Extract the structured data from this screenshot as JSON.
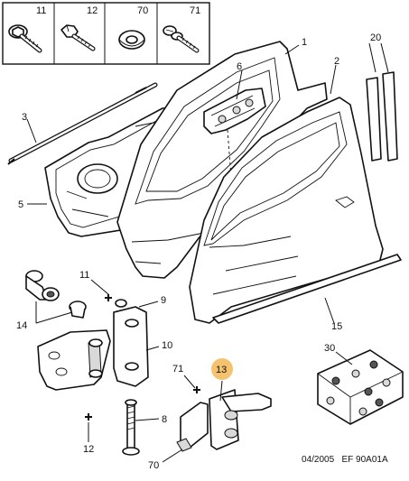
{
  "header_boxes": [
    {
      "number": "11",
      "icon": "flanged-bolt-icon"
    },
    {
      "number": "12",
      "icon": "hex-bolt-icon"
    },
    {
      "number": "70",
      "icon": "washer-icon"
    },
    {
      "number": "71",
      "icon": "screw-with-washer-icon"
    }
  ],
  "callouts": {
    "c1": "1",
    "c2": "2",
    "c3": "3",
    "c5": "5",
    "c6": "6",
    "c8": "8",
    "c9": "9",
    "c10": "10",
    "c11": "11",
    "c12": "12",
    "c13": "13",
    "c14": "14",
    "c15": "15",
    "c20": "20",
    "c30": "30",
    "c70": "70",
    "c71": "71"
  },
  "highlight": {
    "number": "13",
    "color": "#f5c36e"
  },
  "footer": {
    "reference": "04/2005   EF 90A01A"
  }
}
